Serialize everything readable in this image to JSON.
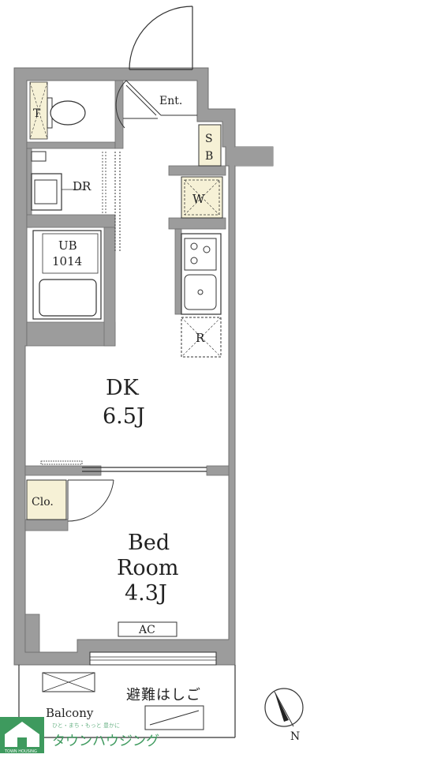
{
  "rooms": {
    "entrance": "Ent.",
    "shoe_box": [
      "S",
      "B"
    ],
    "washer": "W",
    "dressing_room": "DR",
    "unit_bath": [
      "UB",
      "1014"
    ],
    "refrigerator": "R",
    "dining_kitchen": [
      "DK",
      "6.5J"
    ],
    "closet": "Clo.",
    "bedroom": [
      "Bed",
      "Room",
      "4.3J"
    ],
    "air_conditioner": "AC",
    "toilet": "T",
    "balcony": "Balcony",
    "escape_ladder": "避難はしご",
    "north": "N"
  },
  "logo": {
    "name": "タウンハウジング",
    "tagline": "ひと・まち・もっと 豊かに",
    "mark": "TOWN HOUSING",
    "color": "#3e9a5e"
  },
  "colors": {
    "wall": "#9c9c9c",
    "wall_edge": "#6e6e6e",
    "storage": "#f6f1d6",
    "line": "#333333"
  }
}
